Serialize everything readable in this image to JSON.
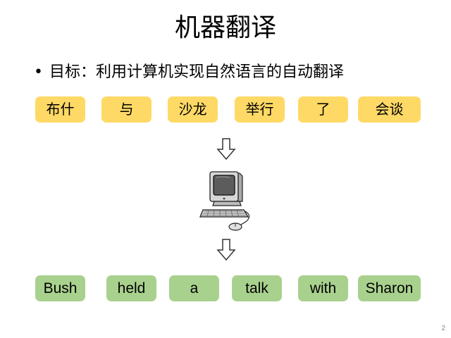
{
  "slide": {
    "title": "机器翻译",
    "bullet": {
      "marker": "•",
      "text": "目标：利用计算机实现自然语言的自动翻译"
    },
    "source_words": [
      "布什",
      "与",
      "沙龙",
      "举行",
      "了",
      "会谈"
    ],
    "target_words": [
      "Bush",
      "held",
      "a",
      "talk",
      "with",
      "Sharon"
    ],
    "page_number": "2",
    "colors": {
      "source_chip": "#ffd965",
      "target_chip": "#a9d18e"
    },
    "icons": [
      "down-arrow-icon",
      "computer-icon"
    ]
  }
}
